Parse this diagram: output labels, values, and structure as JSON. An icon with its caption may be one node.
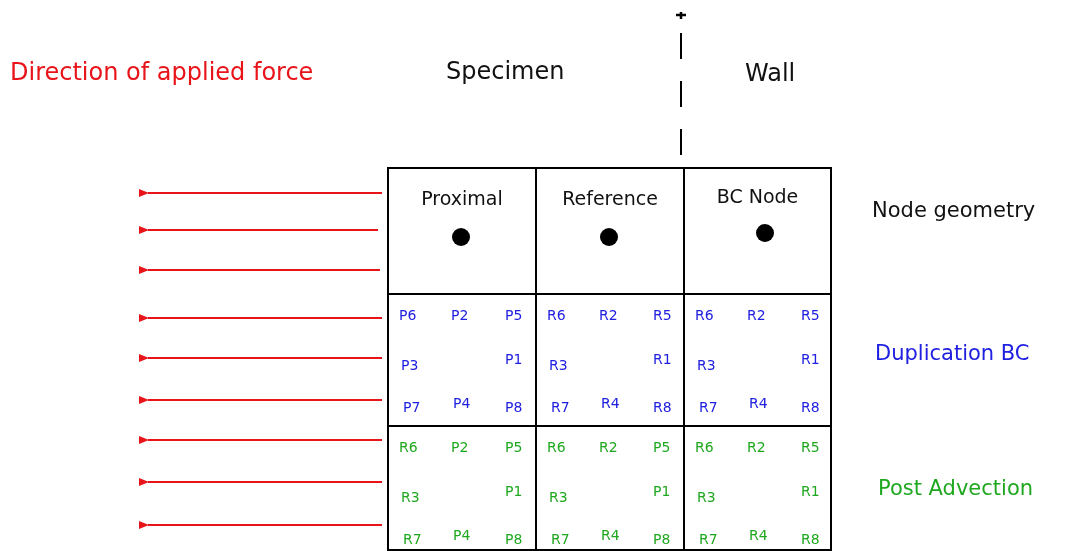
{
  "diagram": {
    "nodes": [
      {
        "text": [
          "Proximal"
        ]
      },
      {
        "text": [
          "Reference"
        ]
      },
      {
        "text": [
          "BC Node"
        ]
      },
      {
        "text": [
          "P6",
          "P2",
          "P5",
          "P3",
          "P1",
          "P7",
          "P4",
          "P8"
        ]
      },
      {
        "text": [
          "R6",
          "R2",
          "R5",
          "R3",
          "R1",
          "R7",
          "R4",
          "R8"
        ]
      },
      {
        "text": [
          "R6",
          "R2",
          "R5",
          "R3",
          "R1",
          "R7",
          "R4",
          "R8"
        ]
      },
      {
        "text": [
          "R6",
          "P2",
          "P5",
          "R3",
          "P1",
          "R7",
          "P4",
          "P8"
        ]
      },
      {
        "text": [
          "R6",
          "R2",
          "P5",
          "R3",
          "P1",
          "R7",
          "R4",
          "P8"
        ]
      },
      {
        "text": [
          "R6",
          "R2",
          "R5",
          "R3",
          "R1",
          "R7",
          "R4",
          "R8"
        ]
      }
    ],
    "edges": [],
    "labels": [
      "Direction of applied force",
      "Specimen",
      "Wall",
      "Node geometry",
      "Duplication BC",
      "Post Advection"
    ]
  }
}
